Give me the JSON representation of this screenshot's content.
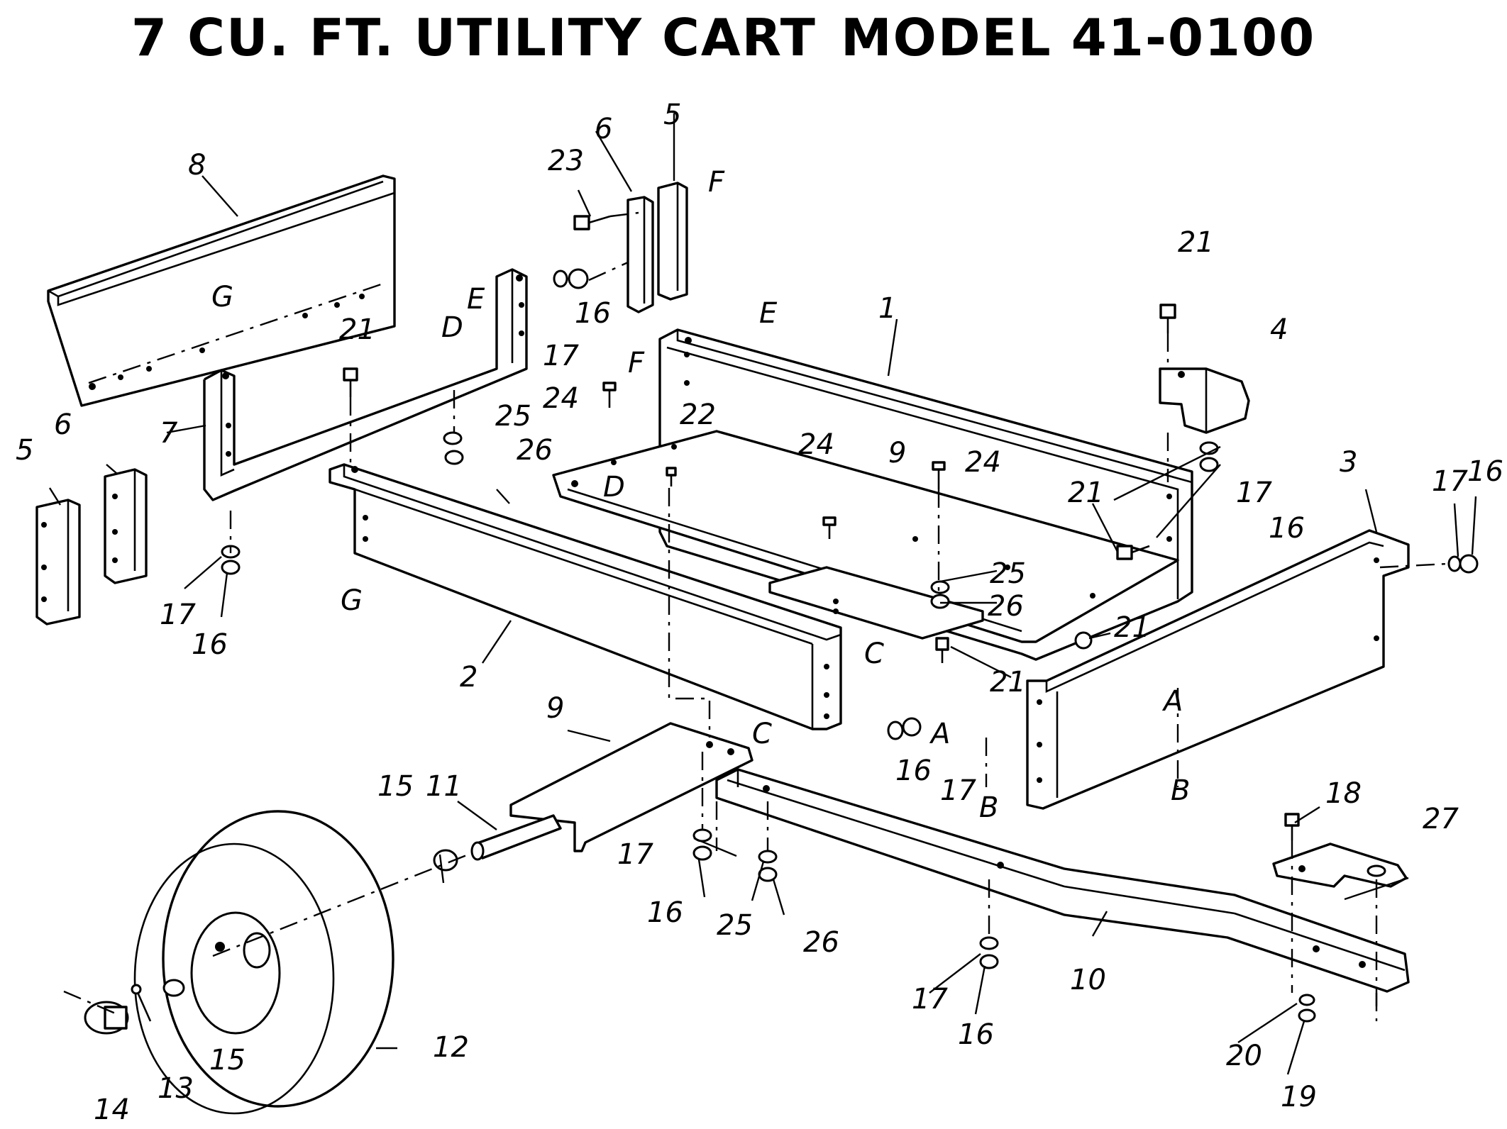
{
  "title": {
    "left": "7 CU. FT. UTILITY CART",
    "right": "MODEL 41-0100"
  },
  "diagram": {
    "part_numbers": [
      "1",
      "2",
      "3",
      "4",
      "5",
      "5",
      "6",
      "6",
      "7",
      "8",
      "9",
      "9",
      "10",
      "11",
      "12",
      "13",
      "14",
      "15",
      "15",
      "16",
      "16",
      "16",
      "16",
      "16",
      "16",
      "16",
      "17",
      "17",
      "17",
      "17",
      "17",
      "17",
      "17",
      "18",
      "19",
      "20",
      "21",
      "21",
      "21",
      "21",
      "21",
      "22",
      "23",
      "24",
      "24",
      "24",
      "25",
      "25",
      "25",
      "26",
      "26",
      "26",
      "27"
    ],
    "reference_letters": [
      "A",
      "A",
      "B",
      "B",
      "C",
      "C",
      "D",
      "D",
      "E",
      "E",
      "F",
      "F",
      "G",
      "G"
    ]
  }
}
